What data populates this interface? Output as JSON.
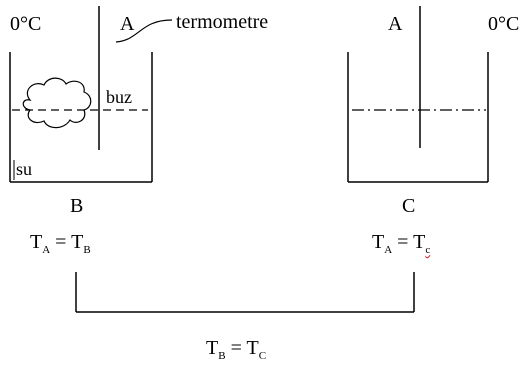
{
  "left_container": {
    "temp_label": "0°C",
    "thermometer_letter": "A",
    "thermometer_callout": "termometre",
    "ice_label": "buz",
    "water_label": "su",
    "container_letter": "B",
    "equation": {
      "lhs_var": "T",
      "lhs_sub": "A",
      "eq": "=",
      "rhs_var": "T",
      "rhs_sub": "B"
    }
  },
  "right_container": {
    "temp_label": "0°C",
    "thermometer_letter": "A",
    "container_letter": "C",
    "equation": {
      "lhs_var": "T",
      "lhs_sub": "A",
      "eq": "=",
      "rhs_var": "T",
      "rhs_sub": "c"
    }
  },
  "result_equation": {
    "lhs_var": "T",
    "lhs_sub": "B",
    "eq": "=",
    "rhs_var": "T",
    "rhs_sub": "C"
  }
}
